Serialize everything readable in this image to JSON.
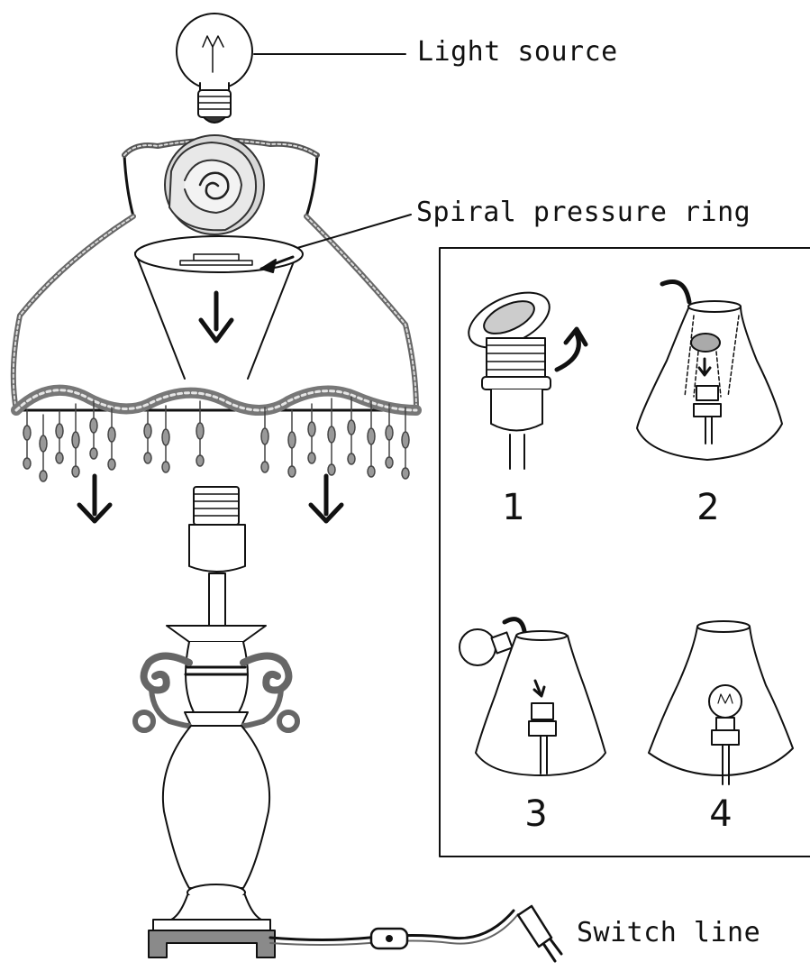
{
  "labels": {
    "light_source": "Light source",
    "spiral_pressure_ring": "Spiral pressure ring",
    "switch_line": "Switch line"
  },
  "steps": [
    {
      "number": "1"
    },
    {
      "number": "2"
    },
    {
      "number": "3"
    },
    {
      "number": "4"
    }
  ],
  "colors": {
    "line": "#111111",
    "fill": "#ffffff",
    "shade": "#bdbdbd"
  }
}
